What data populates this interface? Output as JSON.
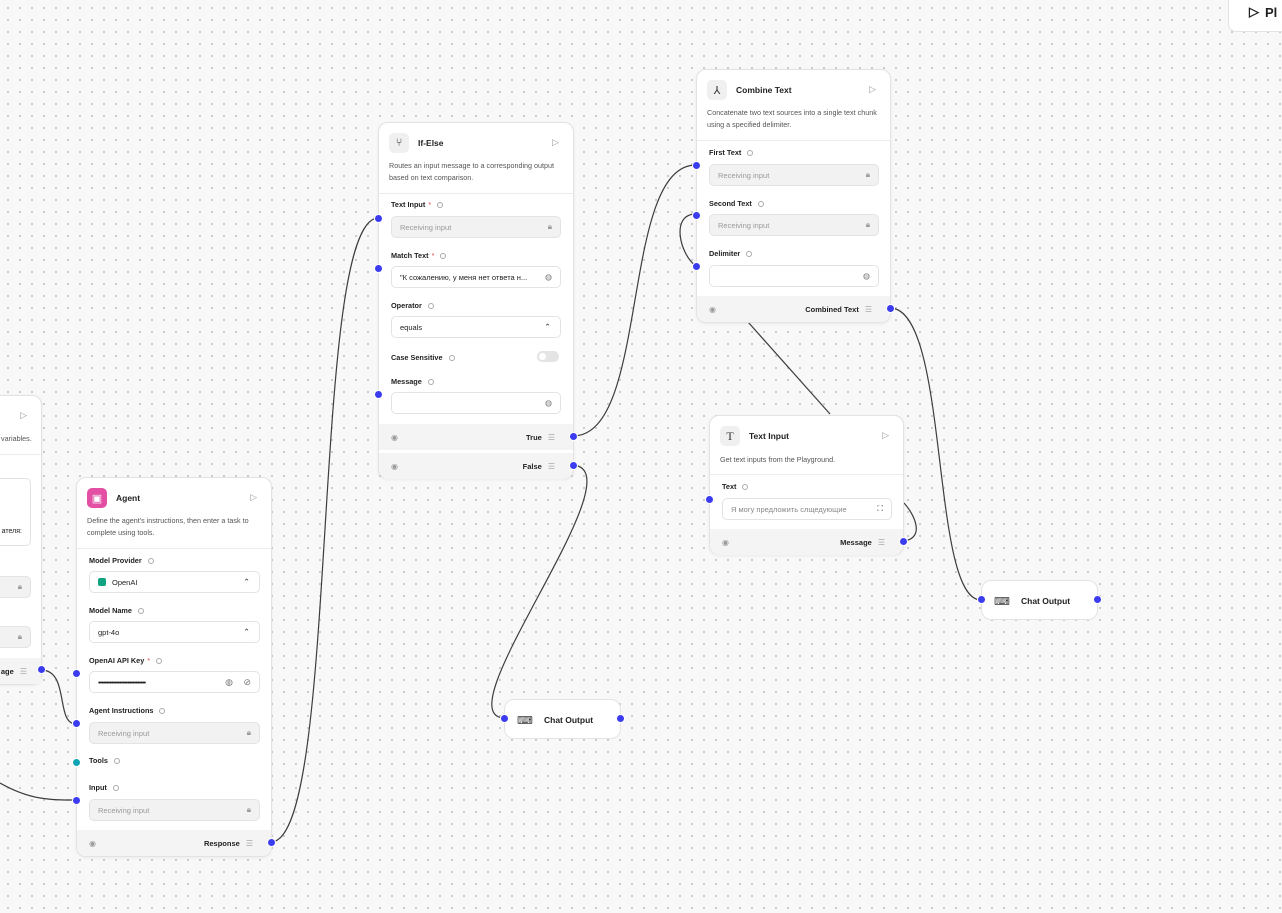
{
  "playground": {
    "label": "Playground",
    "visible_text": "Pl"
  },
  "partial_node": {
    "desc_tail": "variables.",
    "text_tail": "ателя:",
    "output_tail": "age"
  },
  "if_else": {
    "title": "If-Else",
    "description": "Routes an input message to a corresponding output based on text comparison.",
    "text_input_label": "Text Input",
    "text_input_value": "Receiving input",
    "match_text_label": "Match Text",
    "match_text_value": "\"К сожалению, у меня нет ответа н...",
    "operator_label": "Operator",
    "operator_value": "equals",
    "case_sensitive_label": "Case Sensitive",
    "message_label": "Message",
    "message_value": "",
    "out_true": "True",
    "out_false": "False"
  },
  "combine_text": {
    "title": "Combine Text",
    "description": "Concatenate two text sources into a single text chunk using a specified delimiter.",
    "first_label": "First Text",
    "first_value": "Receiving input",
    "second_label": "Second Text",
    "second_value": "Receiving input",
    "delimiter_label": "Delimiter",
    "delimiter_value": "",
    "output": "Combined Text"
  },
  "text_input": {
    "title": "Text Input",
    "description": "Get text inputs from the Playground.",
    "text_label": "Text",
    "text_value": "Я могу предложить слщедующие",
    "output": "Message"
  },
  "agent": {
    "title": "Agent",
    "description": "Define the agent's instructions, then enter a task to complete using tools.",
    "model_provider_label": "Model Provider",
    "model_provider_value": "OpenAI",
    "model_name_label": "Model Name",
    "model_name_value": "gpt-4o",
    "api_key_label": "OpenAI API Key",
    "api_key_value": "•••••••••••••••••••••••••••••",
    "instructions_label": "Agent Instructions",
    "instructions_value": "Receiving input",
    "tools_label": "Tools",
    "input_label": "Input",
    "input_value": "Receiving input",
    "output": "Response"
  },
  "chat_output_1": {
    "title": "Chat Output"
  },
  "chat_output_2": {
    "title": "Chat Output"
  },
  "colors": {
    "handle": "#3b3bf0",
    "tools_handle": "#10a3b4",
    "agent_icon": "#e24fa3",
    "openai": "#10a37f",
    "required": "#e5484d"
  }
}
